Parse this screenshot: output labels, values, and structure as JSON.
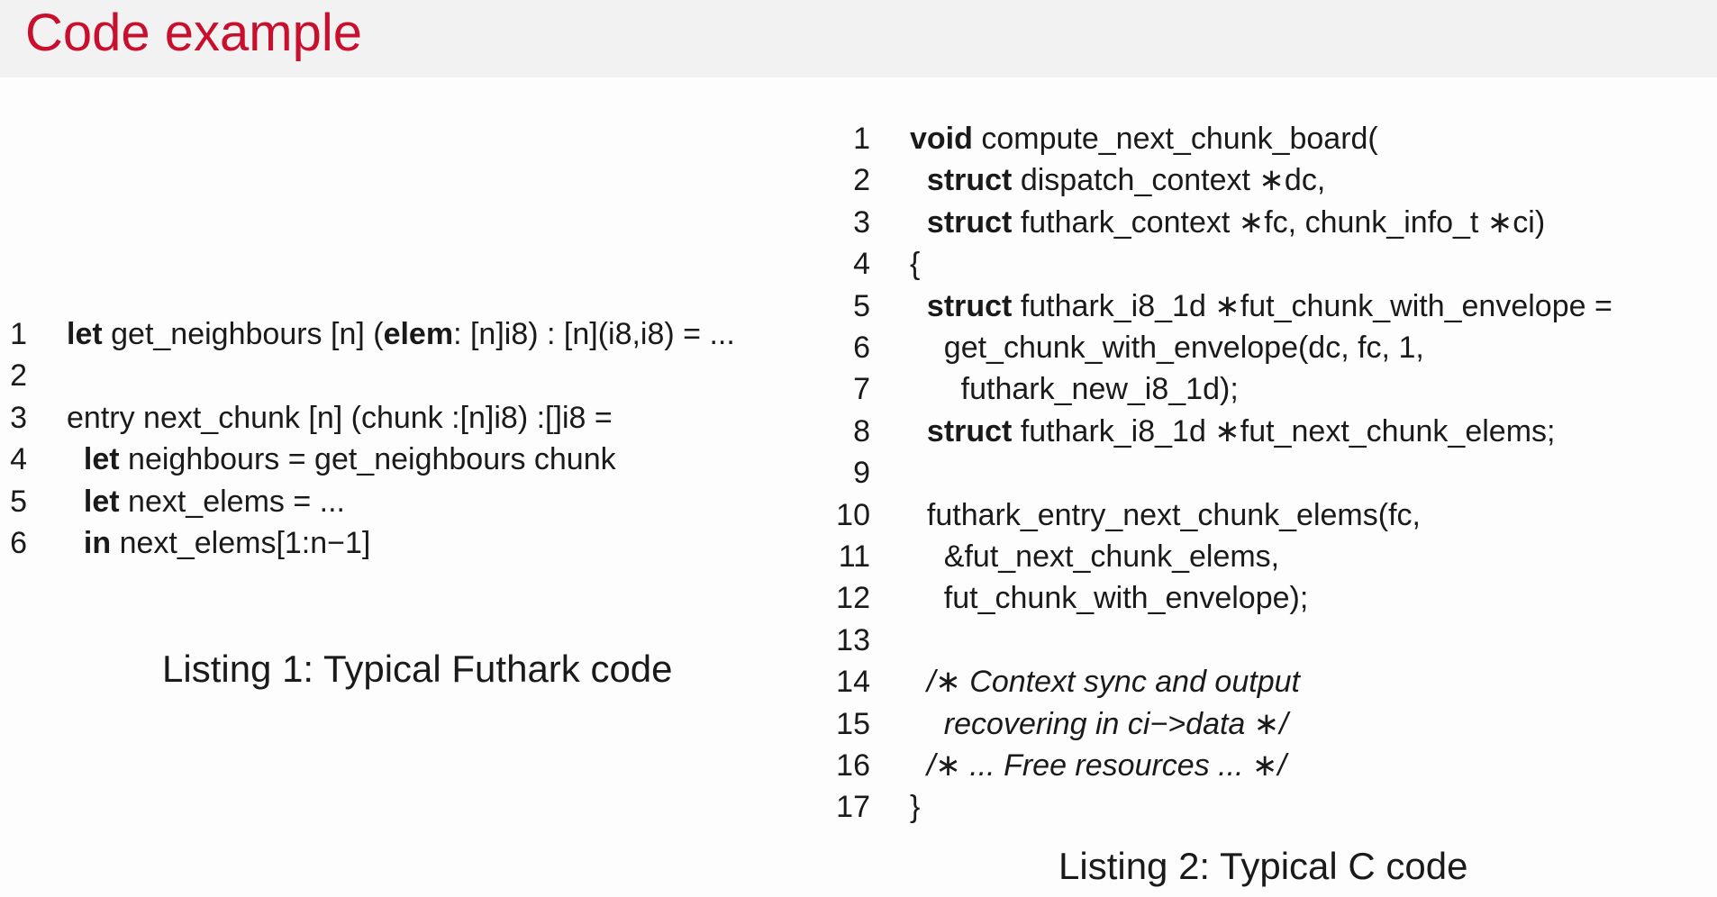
{
  "slide": {
    "title": "Code example"
  },
  "listing1": {
    "caption": "Listing 1:  Typical Futhark code",
    "lines": [
      {
        "num": "1",
        "segments": [
          {
            "t": "let",
            "kw": true
          },
          {
            "t": " get_neighbours [n] ("
          },
          {
            "t": "elem",
            "kw": true
          },
          {
            "t": ": [n]i8) : [n](i8,i8) = ..."
          }
        ]
      },
      {
        "num": "2",
        "segments": []
      },
      {
        "num": "3",
        "segments": [
          {
            "t": "entry next_chunk [n] (chunk :[n]i8) :[]i8 ="
          }
        ]
      },
      {
        "num": "4",
        "segments": [
          {
            "t": "  "
          },
          {
            "t": "let",
            "kw": true
          },
          {
            "t": " neighbours = get_neighbours chunk"
          }
        ]
      },
      {
        "num": "5",
        "segments": [
          {
            "t": "  "
          },
          {
            "t": "let",
            "kw": true
          },
          {
            "t": " next_elems = ..."
          }
        ]
      },
      {
        "num": "6",
        "segments": [
          {
            "t": "  "
          },
          {
            "t": "in",
            "kw": true
          },
          {
            "t": " next_elems[1:n−1]"
          }
        ]
      }
    ]
  },
  "listing2": {
    "caption": "Listing 2:  Typical C code",
    "lines": [
      {
        "num": "1",
        "segments": [
          {
            "t": "void",
            "kw": true
          },
          {
            "t": " compute_next_chunk_board("
          }
        ]
      },
      {
        "num": "2",
        "segments": [
          {
            "t": "  "
          },
          {
            "t": "struct",
            "kw": true
          },
          {
            "t": " dispatch_context ∗dc,"
          }
        ]
      },
      {
        "num": "3",
        "segments": [
          {
            "t": "  "
          },
          {
            "t": "struct",
            "kw": true
          },
          {
            "t": " futhark_context ∗fc, chunk_info_t ∗ci)"
          }
        ]
      },
      {
        "num": "4",
        "segments": [
          {
            "t": "{"
          }
        ]
      },
      {
        "num": "5",
        "segments": [
          {
            "t": "  "
          },
          {
            "t": "struct",
            "kw": true
          },
          {
            "t": " futhark_i8_1d ∗fut_chunk_with_envelope ="
          }
        ]
      },
      {
        "num": "6",
        "segments": [
          {
            "t": "    get_chunk_with_envelope(dc, fc, 1,"
          }
        ]
      },
      {
        "num": "7",
        "segments": [
          {
            "t": "      futhark_new_i8_1d);"
          }
        ]
      },
      {
        "num": "8",
        "segments": [
          {
            "t": "  "
          },
          {
            "t": "struct",
            "kw": true
          },
          {
            "t": " futhark_i8_1d ∗fut_next_chunk_elems;"
          }
        ]
      },
      {
        "num": "9",
        "segments": []
      },
      {
        "num": "10",
        "segments": [
          {
            "t": "  futhark_entry_next_chunk_elems(fc,"
          }
        ]
      },
      {
        "num": "11",
        "segments": [
          {
            "t": "    &fut_next_chunk_elems,"
          }
        ]
      },
      {
        "num": "12",
        "segments": [
          {
            "t": "    fut_chunk_with_envelope);"
          }
        ]
      },
      {
        "num": "13",
        "segments": []
      },
      {
        "num": "14",
        "segments": [
          {
            "t": "  "
          },
          {
            "t": "/∗ Context sync and output",
            "cm": true
          }
        ]
      },
      {
        "num": "15",
        "segments": [
          {
            "t": "    "
          },
          {
            "t": "recovering in ci−>data ∗/",
            "cm": true
          }
        ]
      },
      {
        "num": "16",
        "segments": [
          {
            "t": "  "
          },
          {
            "t": "/∗ ... Free resources ... ∗/",
            "cm": true
          }
        ]
      },
      {
        "num": "17",
        "segments": [
          {
            "t": "}"
          }
        ]
      }
    ]
  }
}
